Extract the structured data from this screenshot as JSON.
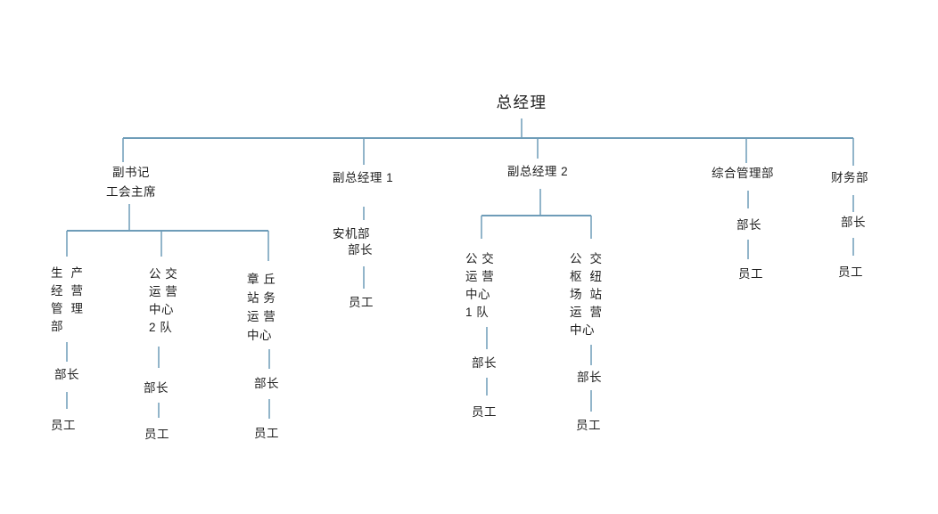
{
  "diagram": {
    "type": "organization-chart",
    "background_color": "#ffffff",
    "text_color": "#1f1f1f",
    "connector_color": "#6e9cb8",
    "nodes": [
      {
        "id": "general-manager",
        "label": "总经理",
        "lines": [
          "总经理"
        ],
        "parent": null
      },
      {
        "id": "deputy-secretary-union-chairman",
        "label": "副书记 工会主席",
        "lines": [
          "副书记",
          "工会主席"
        ],
        "parent": "general-manager"
      },
      {
        "id": "deputy-general-manager-1",
        "label": "副总经理 1",
        "lines": [
          "副总经理 1"
        ],
        "parent": "general-manager"
      },
      {
        "id": "deputy-general-manager-2",
        "label": "副总经理 2",
        "lines": [
          "副总经理 2"
        ],
        "parent": "general-manager"
      },
      {
        "id": "general-management-dept",
        "label": "综合管理部",
        "lines": [
          "综合管理部"
        ],
        "parent": "general-manager"
      },
      {
        "id": "finance-dept",
        "label": "财务部",
        "lines": [
          "财务部"
        ],
        "parent": "general-manager"
      },
      {
        "id": "production-operation-management-dept",
        "label": "生产经营管理部",
        "lines": [
          "生  产",
          "经  营",
          "管  理",
          "部"
        ],
        "parent": "deputy-secretary-union-chairman"
      },
      {
        "id": "production-dept-head",
        "label": "部长",
        "lines": [
          "部长"
        ],
        "parent": "production-operation-management-dept"
      },
      {
        "id": "production-dept-staff",
        "label": "员工",
        "lines": [
          "员工"
        ],
        "parent": "production-dept-head"
      },
      {
        "id": "bus-operation-center-team-2",
        "label": "公交运营中心2队",
        "lines": [
          "公 交",
          "运 营",
          "中心",
          "2 队"
        ],
        "parent": "deputy-secretary-union-chairman"
      },
      {
        "id": "bus-team-2-head",
        "label": "部长",
        "lines": [
          "部长"
        ],
        "parent": "bus-operation-center-team-2"
      },
      {
        "id": "bus-team-2-staff",
        "label": "员工",
        "lines": [
          "员工"
        ],
        "parent": "bus-team-2-head"
      },
      {
        "id": "zhangqiu-station-operation-center",
        "label": "章丘站务运营中心",
        "lines": [
          "章 丘",
          "站 务",
          "运 营",
          "中心"
        ],
        "parent": "deputy-secretary-union-chairman"
      },
      {
        "id": "zhangqiu-head",
        "label": "部长",
        "lines": [
          "部长"
        ],
        "parent": "zhangqiu-station-operation-center"
      },
      {
        "id": "zhangqiu-staff",
        "label": "员工",
        "lines": [
          "员工"
        ],
        "parent": "zhangqiu-head"
      },
      {
        "id": "safety-machinery-dept",
        "label": "安机部",
        "lines": [
          "安机部"
        ],
        "parent": "deputy-general-manager-1"
      },
      {
        "id": "safety-machinery-dept-head",
        "label": "部长",
        "lines": [
          "部长"
        ],
        "parent": "safety-machinery-dept"
      },
      {
        "id": "safety-machinery-dept-staff",
        "label": "员工",
        "lines": [
          "员工"
        ],
        "parent": "safety-machinery-dept-head"
      },
      {
        "id": "bus-operation-center-team-1",
        "label": "公交运营中心1队",
        "lines": [
          "公 交",
          "运 营",
          "中心",
          "1 队"
        ],
        "parent": "deputy-general-manager-2"
      },
      {
        "id": "bus-team-1-head",
        "label": "部长",
        "lines": [
          "部长"
        ],
        "parent": "bus-operation-center-team-1"
      },
      {
        "id": "bus-team-1-staff",
        "label": "员工",
        "lines": [
          "员工"
        ],
        "parent": "bus-team-1-head"
      },
      {
        "id": "bus-hub-station-operation-center",
        "label": "公交枢纽场站运营中心",
        "lines": [
          "公  交",
          "枢  纽",
          "场  站",
          "运  营",
          "中心"
        ],
        "parent": "deputy-general-manager-2"
      },
      {
        "id": "bus-hub-head",
        "label": "部长",
        "lines": [
          "部长"
        ],
        "parent": "bus-hub-station-operation-center"
      },
      {
        "id": "bus-hub-staff",
        "label": "员工",
        "lines": [
          "员工"
        ],
        "parent": "bus-hub-head"
      },
      {
        "id": "general-management-head",
        "label": "部长",
        "lines": [
          "部长"
        ],
        "parent": "general-management-dept"
      },
      {
        "id": "general-management-staff",
        "label": "员工",
        "lines": [
          "员工"
        ],
        "parent": "general-management-head"
      },
      {
        "id": "finance-head",
        "label": "部长",
        "lines": [
          "部长"
        ],
        "parent": "finance-dept"
      },
      {
        "id": "finance-staff",
        "label": "员工",
        "lines": [
          "员工"
        ],
        "parent": "finance-head"
      }
    ]
  }
}
